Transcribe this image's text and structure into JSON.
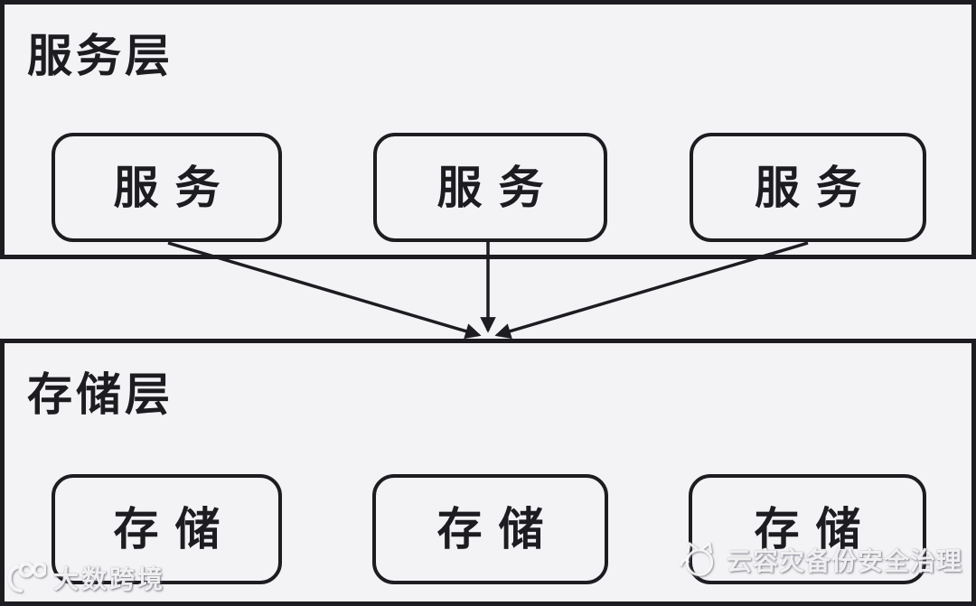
{
  "diagram": {
    "layers": [
      {
        "id": "service-layer",
        "label": "服务层",
        "nodes": [
          {
            "label": "服务"
          },
          {
            "label": "服务"
          },
          {
            "label": "服务"
          }
        ]
      },
      {
        "id": "storage-layer",
        "label": "存储层",
        "nodes": [
          {
            "label": "存储"
          },
          {
            "label": "存储"
          },
          {
            "label": "存储"
          }
        ]
      }
    ]
  },
  "watermarks": {
    "left": {
      "icon": "glasses-100-logo-icon",
      "text": "大数跨境"
    },
    "right": {
      "icon": "cat-icon",
      "text": "云容灾备份安全治理"
    }
  },
  "colors": {
    "background": "#f3f3f5",
    "line": "#1c1c21",
    "watermark": "#ffffff"
  }
}
